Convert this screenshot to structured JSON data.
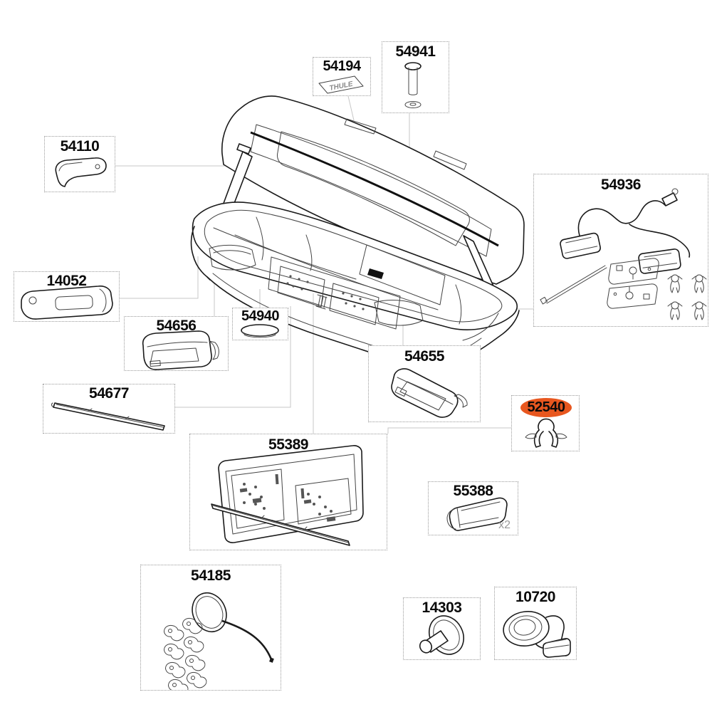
{
  "diagram": {
    "type": "exploded-parts-diagram",
    "product": "roof cargo box",
    "background": "#ffffff",
    "line_color": "#1a1a1a",
    "box_border_color": "#9a9a9a",
    "leader_color": "#c7c7c7",
    "highlight": {
      "fill": "#e8571f",
      "text_color": "#0a0a0a"
    },
    "brand_text": "THULE",
    "parts": [
      {
        "id": "54194",
        "name": "thule-logo-badge",
        "highlighted": false
      },
      {
        "id": "54941",
        "name": "bolt-with-washer",
        "highlighted": false
      },
      {
        "id": "54110",
        "name": "lid-hook-bracket",
        "highlighted": false
      },
      {
        "id": "54936",
        "name": "rear-light-kit",
        "highlighted": false
      },
      {
        "id": "14052",
        "name": "handle-plate",
        "highlighted": false
      },
      {
        "id": "54656",
        "name": "left-corner-cover",
        "highlighted": false
      },
      {
        "id": "54940",
        "name": "oval-cap",
        "highlighted": false
      },
      {
        "id": "54655",
        "name": "right-corner-cover",
        "highlighted": false
      },
      {
        "id": "54677",
        "name": "trim-strip",
        "highlighted": false
      },
      {
        "id": "52540",
        "name": "push-clip",
        "highlighted": true
      },
      {
        "id": "55389",
        "name": "license-plate-holder",
        "highlighted": false
      },
      {
        "id": "55388",
        "name": "end-cap",
        "highlighted": false,
        "quantity_note": "x2"
      },
      {
        "id": "54185",
        "name": "cable-and-clip-kit",
        "highlighted": false
      },
      {
        "id": "14303",
        "name": "grommet",
        "highlighted": false
      },
      {
        "id": "10720",
        "name": "strap-with-buckle",
        "highlighted": false
      }
    ]
  }
}
